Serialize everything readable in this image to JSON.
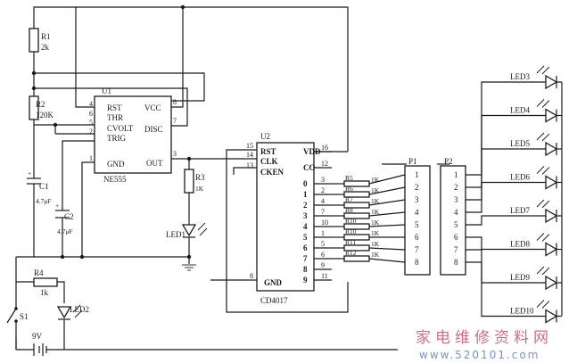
{
  "ne555": {
    "ref": "U1",
    "part": "NE555",
    "pins_left": [
      {
        "num": "4",
        "name": "RST"
      },
      {
        "num": "6",
        "name": "THR"
      },
      {
        "num": "5",
        "name": "CVOLT"
      },
      {
        "num": "2",
        "name": "TRIG"
      },
      {
        "num": "1",
        "name": "GND"
      }
    ],
    "pins_right": [
      {
        "num": "8",
        "name": "VCC"
      },
      {
        "num": "7",
        "name": "DISC"
      },
      {
        "num": "3",
        "name": "OUT"
      }
    ]
  },
  "cd4017": {
    "ref": "U2",
    "part": "CD4017",
    "pins_left": [
      {
        "num": "15",
        "name": "RST"
      },
      {
        "num": "14",
        "name": "CLK"
      },
      {
        "num": "13",
        "name": "CKEN"
      },
      {
        "num": "8",
        "name": "GND"
      }
    ],
    "pins_right": [
      {
        "num": "16",
        "name": "VDD"
      },
      {
        "num": "12",
        "name": "CO"
      },
      {
        "num": "3",
        "name": "0"
      },
      {
        "num": "2",
        "name": "1"
      },
      {
        "num": "4",
        "name": "2"
      },
      {
        "num": "7",
        "name": "3"
      },
      {
        "num": "10",
        "name": "4"
      },
      {
        "num": "1",
        "name": "5"
      },
      {
        "num": "5",
        "name": "6"
      },
      {
        "num": "6",
        "name": "7"
      },
      {
        "num": "9",
        "name": "8"
      },
      {
        "num": "11",
        "name": "9"
      }
    ]
  },
  "resistors": [
    {
      "ref": "R1",
      "value": "2k"
    },
    {
      "ref": "R2",
      "value": "120K"
    },
    {
      "ref": "R3",
      "value": "1K"
    },
    {
      "ref": "R4",
      "value": "1k"
    }
  ],
  "resistor_array": [
    {
      "ref": "R5",
      "value": "1K"
    },
    {
      "ref": "R6",
      "value": "1K"
    },
    {
      "ref": "R7",
      "value": "1K"
    },
    {
      "ref": "R8",
      "value": "1K"
    },
    {
      "ref": "R10",
      "value": "1K"
    },
    {
      "ref": "R10",
      "value": "1K"
    },
    {
      "ref": "R11",
      "value": "1K"
    },
    {
      "ref": "R12",
      "value": "1K"
    }
  ],
  "capacitors": [
    {
      "ref": "C1",
      "value": "4.7μF"
    },
    {
      "ref": "C2",
      "value": "4.7μF"
    }
  ],
  "leds": {
    "status": "LED1",
    "power": "LED2",
    "chain": [
      "LED3",
      "LED4",
      "LED5",
      "LED6",
      "LED7",
      "LED8",
      "LED9",
      "LED10"
    ]
  },
  "connectors": {
    "p1": {
      "ref": "P1",
      "pins": [
        "1",
        "2",
        "3",
        "4",
        "5",
        "6",
        "7",
        "8"
      ]
    },
    "p2": {
      "ref": "P2",
      "pins": [
        "1",
        "2",
        "3",
        "4",
        "5",
        "6",
        "7",
        "8"
      ]
    }
  },
  "switch": {
    "ref": "S1"
  },
  "battery": {
    "value": "9V"
  },
  "watermark": {
    "cn": "家电维修资料网",
    "url": "www.520101.com"
  },
  "colors": {
    "ink": "#1a1a1a",
    "watermark_cn": "#c86f86",
    "watermark_url": "#7f8fc8"
  }
}
